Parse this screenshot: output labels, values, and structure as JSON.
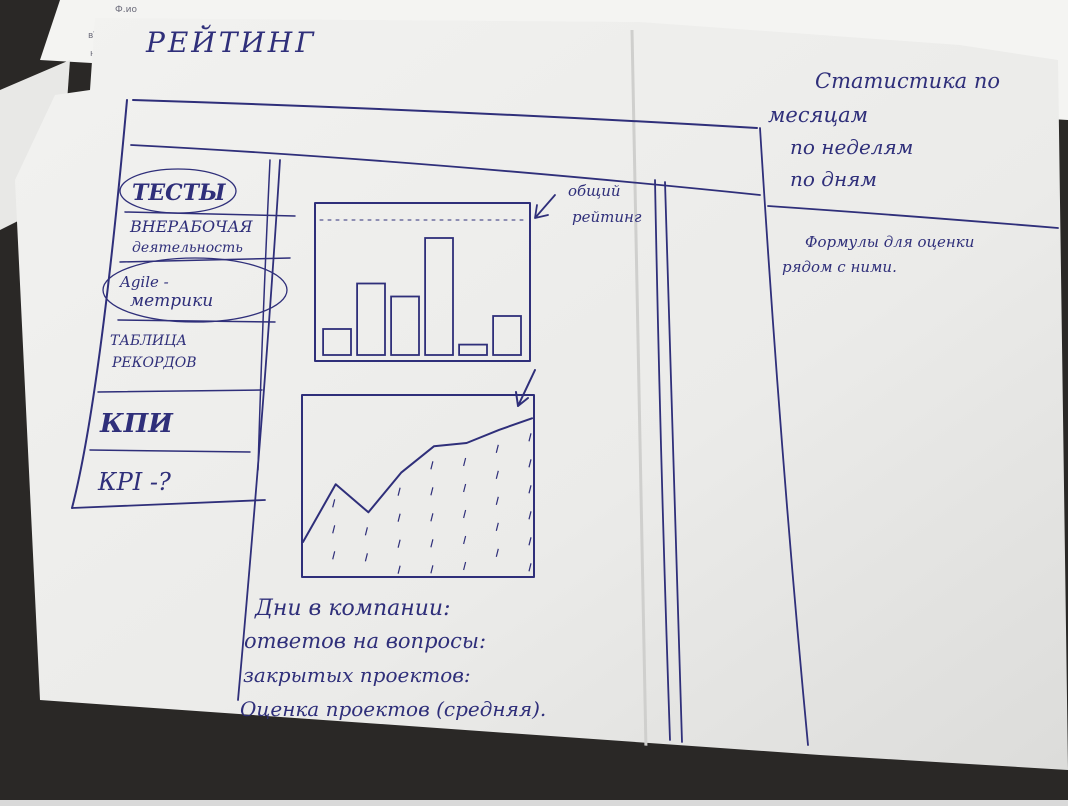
{
  "photo": {
    "paper_color": "#eeeeee",
    "ink_color": "#2f2f7a",
    "background_color": "#2a2826"
  },
  "sketch": {
    "title": "РЕЙТИНГ",
    "menu_items": [
      {
        "label": "ТЕСТЫ"
      },
      {
        "label_line1": "ВНЕРАБОЧАЯ",
        "label_line2": "деятельность"
      },
      {
        "label_line1": "Agile -",
        "label_line2": "метрики"
      },
      {
        "label_line1": "ТАБЛИЦА",
        "label_line2": "РЕКОРДОВ"
      },
      {
        "label": "КПИ"
      },
      {
        "label": "КРI -?"
      }
    ],
    "bar_chart": {
      "annotation_line1": "общий",
      "annotation_line2": "рейтинг",
      "bar_levels": [
        0.2,
        0.55,
        0.45,
        0.9,
        0.08,
        0.3
      ]
    },
    "line_chart": {
      "trend_levels": [
        0.2,
        0.55,
        0.38,
        0.62,
        0.78,
        0.8,
        0.88,
        0.95
      ]
    },
    "stats_list": [
      "Дни в компании:",
      "ответов на вопросы:",
      "закрытых проектов:",
      "Оценка проектов (средняя)."
    ],
    "right_panel": {
      "heading_line1": "Статистика по",
      "heading_line2": "месяцам",
      "items": [
        "по неделям",
        "по дням"
      ],
      "note_line1": "Формулы для оценки",
      "note_line2": "рядом с ними."
    }
  }
}
